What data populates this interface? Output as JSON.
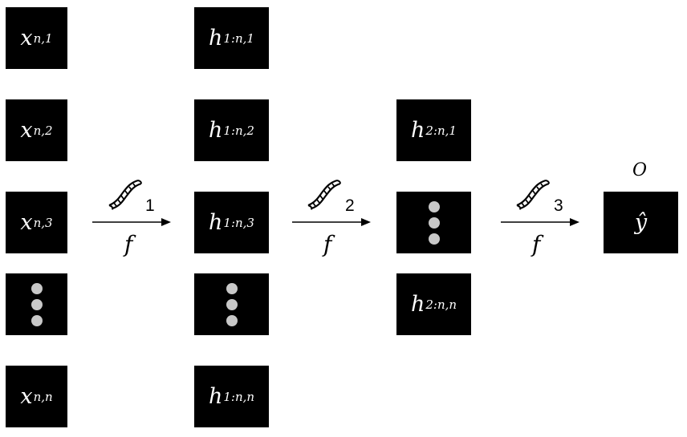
{
  "input_column": [
    {
      "symbol": "x",
      "subscript": "n,1"
    },
    {
      "symbol": "x",
      "subscript": "n,2"
    },
    {
      "symbol": "x",
      "subscript": "n,3"
    },
    {
      "symbol": "x",
      "subscript": "n,n"
    }
  ],
  "hidden1_column": [
    {
      "symbol": "h",
      "subscript": "1:n,1"
    },
    {
      "symbol": "h",
      "subscript": "1:n,2"
    },
    {
      "symbol": "h",
      "subscript": "1:n,3"
    },
    {
      "symbol": "h",
      "subscript": "1:n,n"
    }
  ],
  "hidden2_column": [
    {
      "symbol": "h",
      "subscript": "2:n,1"
    },
    {
      "symbol": "h",
      "subscript": "2:n,n"
    }
  ],
  "output": {
    "label": "O",
    "symbol": "ŷ"
  },
  "transitions": [
    {
      "step": "1",
      "function": "f",
      "icon": "dna-icon"
    },
    {
      "step": "2",
      "function": "f",
      "icon": "dna-icon"
    },
    {
      "step": "3",
      "function": "f",
      "icon": "dna-icon"
    }
  ],
  "colors": {
    "box": "#000000",
    "text": "#ffffff",
    "dots": "#c8c8c8"
  }
}
